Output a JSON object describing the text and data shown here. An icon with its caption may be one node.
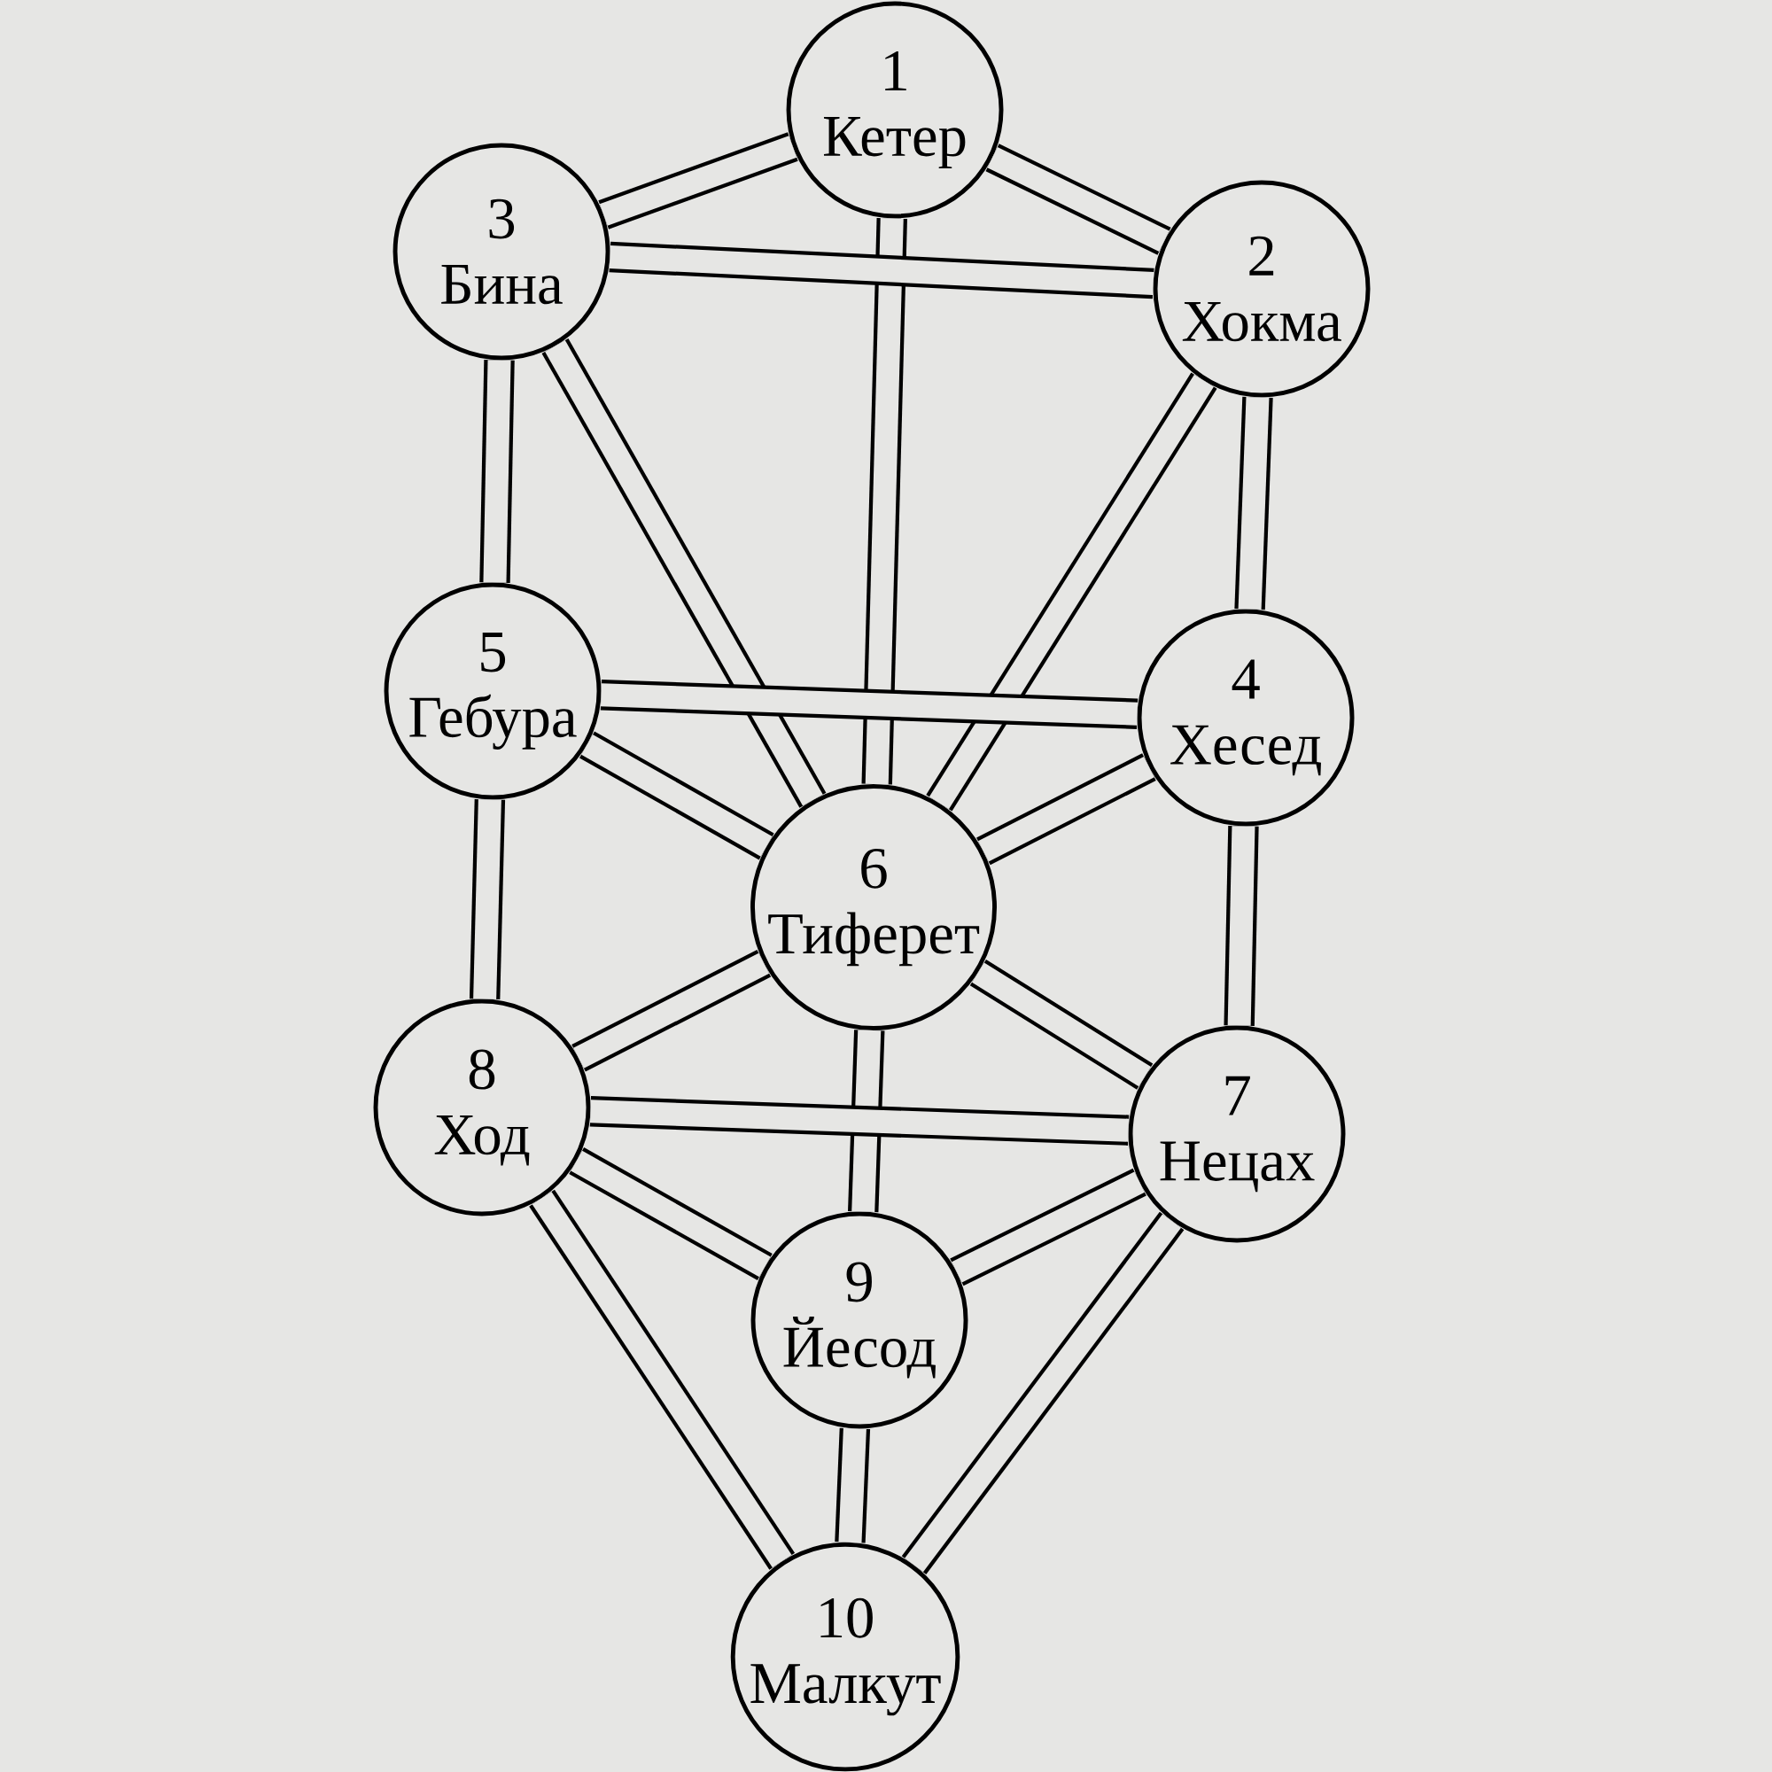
{
  "diagram": {
    "nodes": [
      {
        "text": [
          "1",
          "Кетер"
        ]
      },
      {
        "text": [
          "3",
          "Бина"
        ]
      },
      {
        "text": [
          "2",
          "Хокма"
        ]
      },
      {
        "text": [
          "5",
          "Гебура"
        ]
      },
      {
        "text": [
          "4",
          "Хесед"
        ]
      },
      {
        "text": [
          "6",
          "Тиферет"
        ]
      },
      {
        "text": [
          "8",
          "Ход"
        ]
      },
      {
        "text": [
          "7",
          "Нецах"
        ]
      },
      {
        "text": [
          "9",
          "Йесод"
        ]
      },
      {
        "text": [
          "10",
          "Малкут"
        ]
      }
    ],
    "edges": [
      {
        "from": 0,
        "to": 1,
        "arrow": "none"
      },
      {
        "from": 0,
        "to": 2,
        "arrow": "none"
      },
      {
        "from": 0,
        "to": 5,
        "arrow": "none"
      },
      {
        "from": 1,
        "to": 2,
        "arrow": "none"
      },
      {
        "from": 1,
        "to": 3,
        "arrow": "none"
      },
      {
        "from": 1,
        "to": 5,
        "arrow": "none"
      },
      {
        "from": 2,
        "to": 4,
        "arrow": "none"
      },
      {
        "from": 2,
        "to": 5,
        "arrow": "none"
      },
      {
        "from": 3,
        "to": 4,
        "arrow": "none"
      },
      {
        "from": 3,
        "to": 5,
        "arrow": "none"
      },
      {
        "from": 4,
        "to": 5,
        "arrow": "none"
      },
      {
        "from": 3,
        "to": 6,
        "arrow": "none"
      },
      {
        "from": 4,
        "to": 7,
        "arrow": "none"
      },
      {
        "from": 5,
        "to": 6,
        "arrow": "none"
      },
      {
        "from": 5,
        "to": 7,
        "arrow": "none"
      },
      {
        "from": 5,
        "to": 8,
        "arrow": "none"
      },
      {
        "from": 6,
        "to": 7,
        "arrow": "none"
      },
      {
        "from": 6,
        "to": 8,
        "arrow": "none"
      },
      {
        "from": 7,
        "to": 8,
        "arrow": "none"
      },
      {
        "from": 6,
        "to": 9,
        "arrow": "none"
      },
      {
        "from": 7,
        "to": 9,
        "arrow": "none"
      },
      {
        "from": 8,
        "to": 9,
        "arrow": "none"
      }
    ]
  }
}
